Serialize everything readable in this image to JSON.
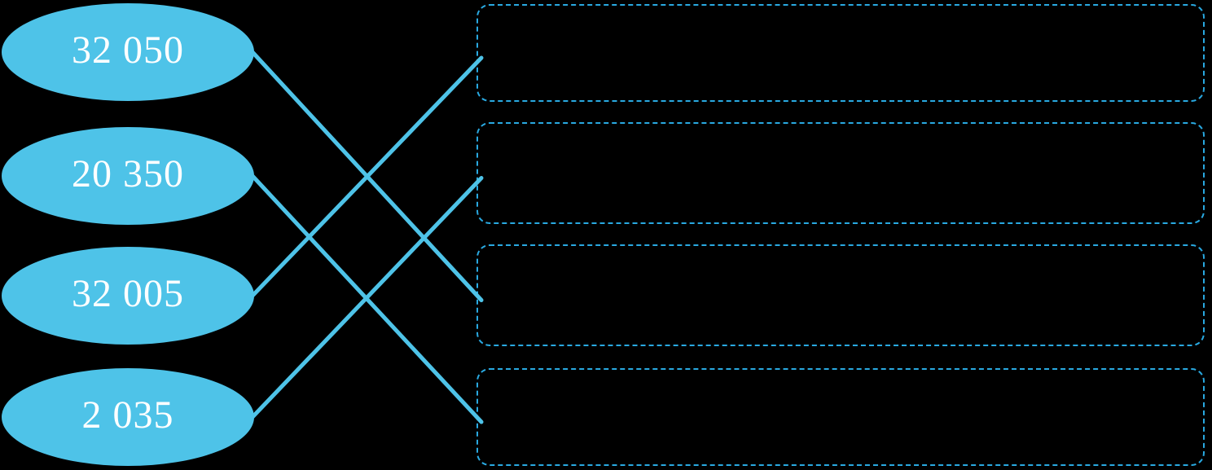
{
  "exercise": {
    "kind": "number-matching",
    "numbers": [
      {
        "label": "32 050"
      },
      {
        "label": "20 350"
      },
      {
        "label": "32 005"
      },
      {
        "label": "2 035"
      }
    ],
    "answer_boxes": [
      {
        "content": ""
      },
      {
        "content": ""
      },
      {
        "content": ""
      },
      {
        "content": ""
      }
    ],
    "connections": [
      {
        "from": 0,
        "to": 2
      },
      {
        "from": 1,
        "to": 3
      },
      {
        "from": 2,
        "to": 0
      },
      {
        "from": 3,
        "to": 1
      }
    ]
  },
  "colors": {
    "background": "#000000",
    "shape_fill": "#4EC3E8",
    "box_border": "#29A9E1",
    "line": "#4EC3E8",
    "text": "#FFFFFF"
  }
}
